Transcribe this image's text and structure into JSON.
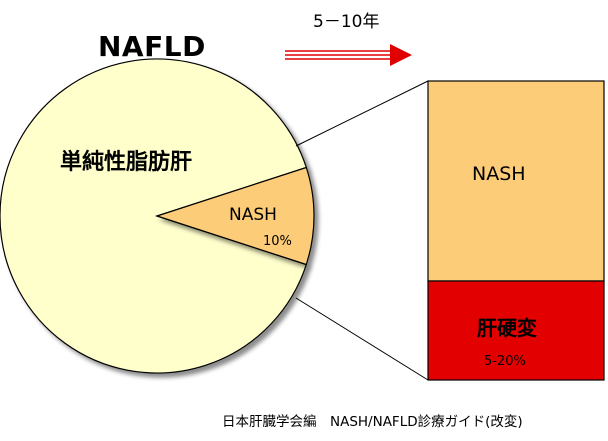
{
  "title": "NAFLD",
  "progression": {
    "period_label": "5－10年"
  },
  "pie": {
    "main_label": "単純性脂肪肝",
    "slice_label": "NASH",
    "slice_percent": "10%",
    "slice_value": 10,
    "main_color": "#FFFFCC",
    "slice_color": "#FCCC78"
  },
  "breakdown": {
    "upper_label": "NASH",
    "lower_label": "肝硬変",
    "lower_percent": "5-20%",
    "upper_color": "#FCCC78",
    "lower_color": "#E30000"
  },
  "arrow_color": "#E00000",
  "citation": "日本肝臓学会編　NASH/NAFLD診療ガイド(改変)"
}
